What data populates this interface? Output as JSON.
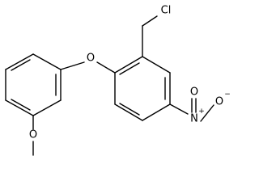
{
  "molecule": {
    "atoms": {
      "cl": "Cl",
      "o_ether": "O",
      "o_methoxy": "O",
      "n_nitro": "N",
      "n_charge": "+",
      "o_nitro_top": "O",
      "o_nitro_right": "O",
      "o_nitro_charge": "−"
    }
  }
}
